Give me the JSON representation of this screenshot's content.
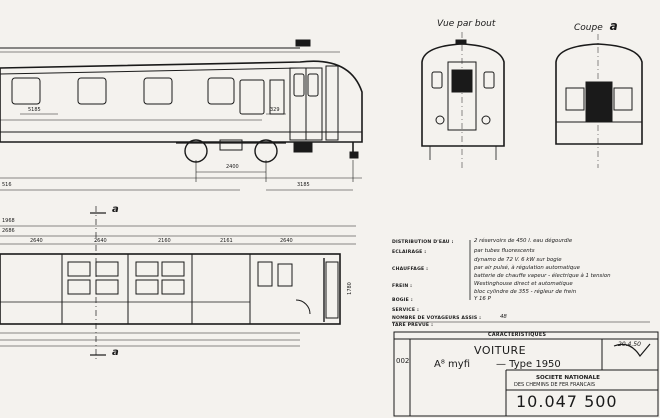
{
  "views": {
    "end_view": "Vue par bout",
    "section": "Coupe",
    "section_mark": "a"
  },
  "dimensions": {
    "d_2400": "2400",
    "d_3185": "3185",
    "d_516": "516",
    "d_1968": "1968",
    "d_2686": "2686",
    "d_2640_1": "2640",
    "d_2640_2": "2640",
    "d_2160": "2160",
    "d_2640_3": "2640",
    "d_2161": "2161",
    "d_1780": "1780",
    "d_329": "329",
    "d_5185": "5185",
    "section_a": "a"
  },
  "specs": [
    {
      "label": "DISTRIBUTION D'EAU :",
      "value": "2 réservoirs de 450 l. eau dégourdie"
    },
    {
      "label": "ECLAIRAGE :",
      "value": "par tubes fluorescents"
    },
    {
      "label": "",
      "value": "dynamo de 72 V. 6 kW sur bogie"
    },
    {
      "label": "CHAUFFAGE :",
      "value": "par air pulsé, à régulation automatique"
    },
    {
      "label": "",
      "value": "batterie de chauffe vapeur - électrique à 1 tension"
    },
    {
      "label": "FREIN :",
      "value": "Westinghouse direct et automatique"
    },
    {
      "label": "",
      "value": "bloc cylindre de 355 - régleur de frein"
    },
    {
      "label": "BOGIE :",
      "value": "Y 16 P"
    },
    {
      "label": "SERVICE :",
      "value": ""
    },
    {
      "label": "NOMBRE DE VOYAGEURS ASSIS :",
      "value": "48"
    },
    {
      "label": "TARE PREVUE :",
      "value": ""
    }
  ],
  "title_block": {
    "header": "CARACTERISTIQUES",
    "side_code": "002",
    "title": "VOITURE",
    "type_code": "A⁸ myfi",
    "type_label": "— Type 1950",
    "company_line1": "SOCIETE NATIONALE",
    "company_line2": "DES CHEMINS DE FER FRANCAIS",
    "date": "20.4.50",
    "number": "10.047 500"
  }
}
